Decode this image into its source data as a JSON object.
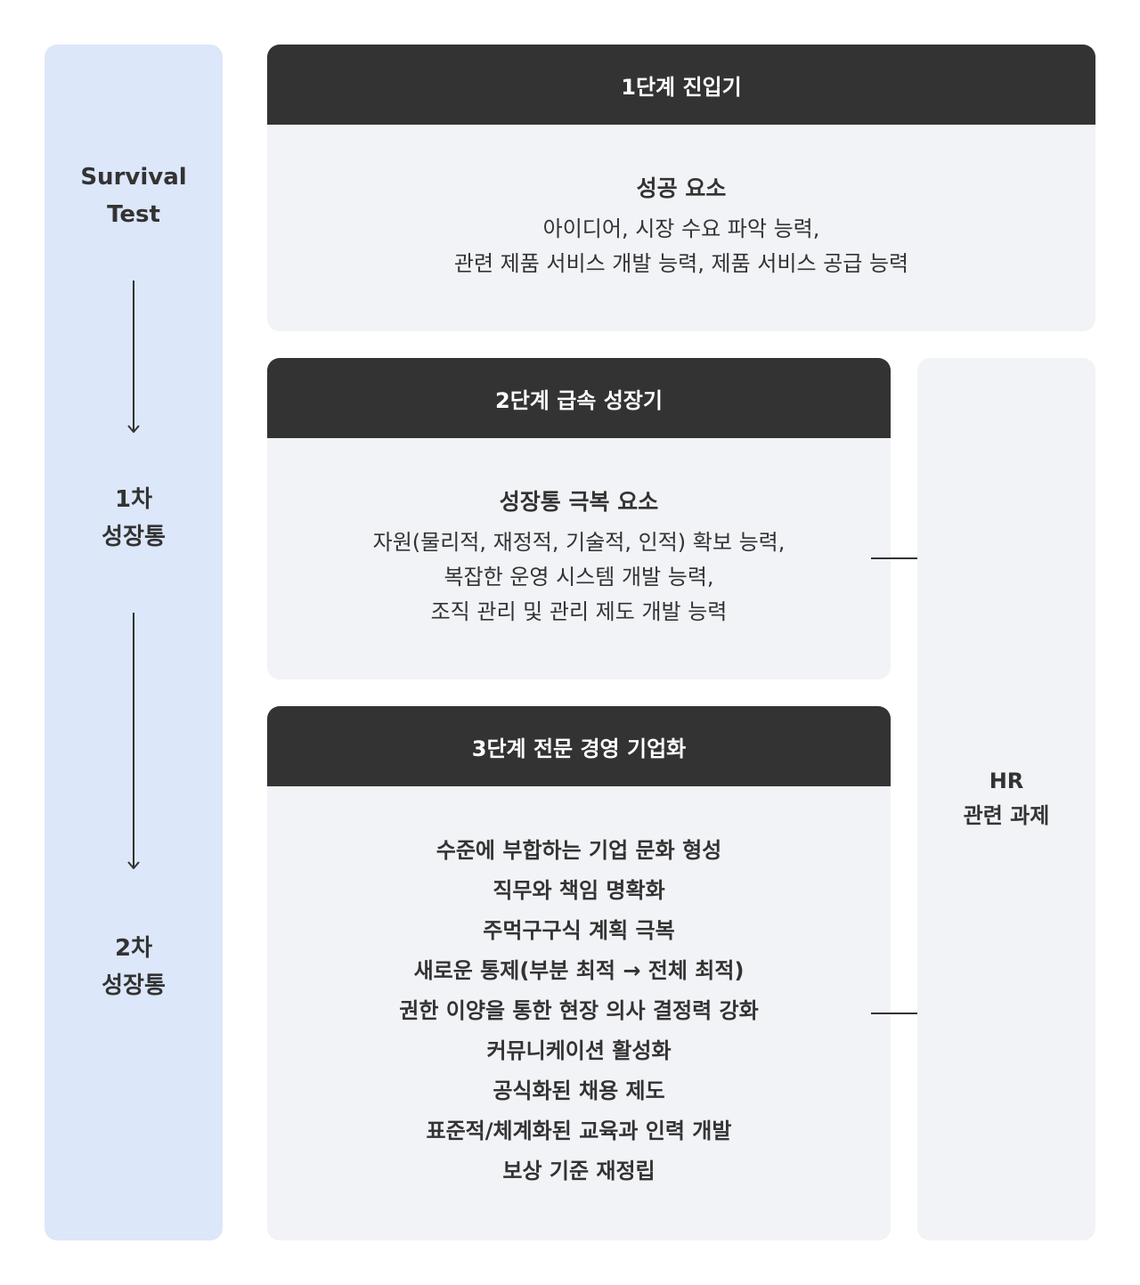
{
  "left_column": {
    "label_top": "Survival\nTest",
    "label_mid": "1차\n성장통",
    "label_bottom": "2차\n성장통"
  },
  "stage1": {
    "header": "1단계 진입기",
    "title": "성공 요소",
    "lines": [
      "아이디어, 시장 수요 파악 능력,",
      "관련 제품 서비스 개발 능력, 제품 서비스 공급 능력"
    ]
  },
  "stage2": {
    "header": "2단계 급속 성장기",
    "title": "성장통 극복 요소",
    "lines": [
      "자원(물리적, 재정적, 기술적, 인적) 확보 능력,",
      "복잡한 운영 시스템 개발 능력,",
      "조직 관리 및 관리 제도 개발 능력"
    ]
  },
  "stage3": {
    "header": "3단계 전문 경영 기업화",
    "lines": [
      "수준에 부합하는 기업 문화 형성",
      "직무와 책임 명확화",
      "주먹구구식 계획 극복",
      "새로운 통제(부분 최적 → 전체 최적)",
      "권한 이양을 통한 현장 의사 결정력 강화",
      "커뮤니케이션 활성화",
      "공식화된 채용 제도",
      "표준적/체계화된 교육과 인력 개발",
      "보상 기준 재정립"
    ]
  },
  "hr_column": {
    "line1": "HR",
    "line2": "관련 과제"
  },
  "colors": {
    "left_bg": "#dce7fa",
    "card_bg": "#f2f3f7",
    "header_bg": "#333333",
    "text": "#333333"
  }
}
